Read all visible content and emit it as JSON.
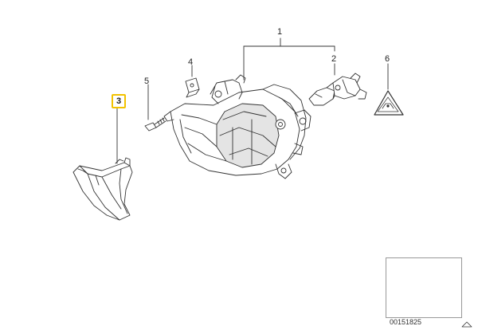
{
  "callouts": {
    "c1": "1",
    "c2": "2",
    "c3": "3",
    "c4": "4",
    "c5": "5",
    "c6": "6"
  },
  "diagram_id": "00151825",
  "colors": {
    "line": "#333333",
    "highlight_border": "#f2c200",
    "lens_shade": "#e4e4e4"
  },
  "icons": {
    "warning_triangle": "warning-triangle-icon",
    "nav_arrow": "triangle-nav-icon"
  }
}
